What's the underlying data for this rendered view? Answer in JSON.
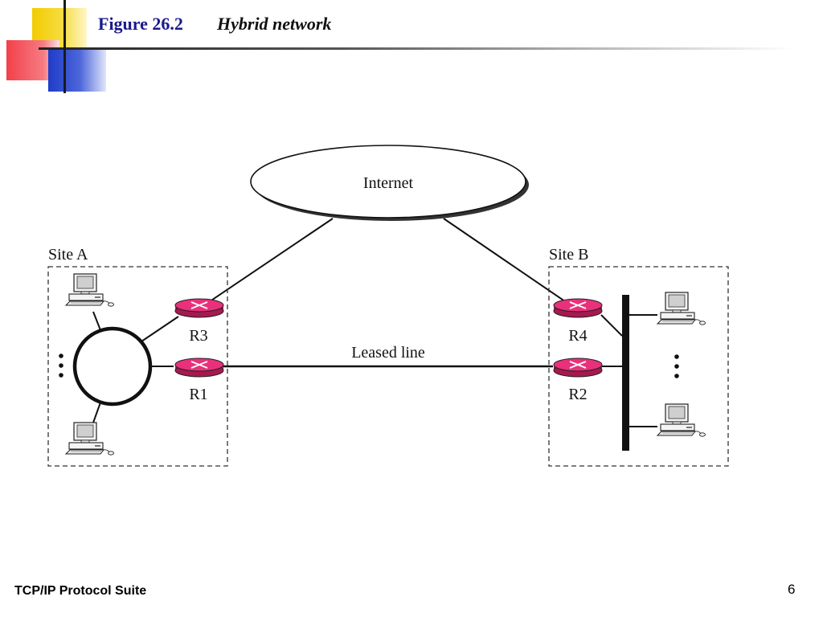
{
  "header": {
    "figure_number": "Figure 26.2",
    "caption": "Hybrid network"
  },
  "diagram": {
    "cloud_label": "Internet",
    "site_a_label": "Site A",
    "site_b_label": "Site B",
    "leased_line_label": "Leased line",
    "routers": {
      "r1": "R1",
      "r2": "R2",
      "r3": "R3",
      "r4": "R4"
    },
    "icons": [
      "computer-icon",
      "router-icon",
      "ellipsis-icon",
      "ring-icon",
      "bus-icon"
    ]
  },
  "footer": {
    "left_text": "TCP/IP Protocol Suite",
    "page_number": "6"
  },
  "colors": {
    "router": "#e8317a",
    "title_blue": "#1a1a8c"
  }
}
